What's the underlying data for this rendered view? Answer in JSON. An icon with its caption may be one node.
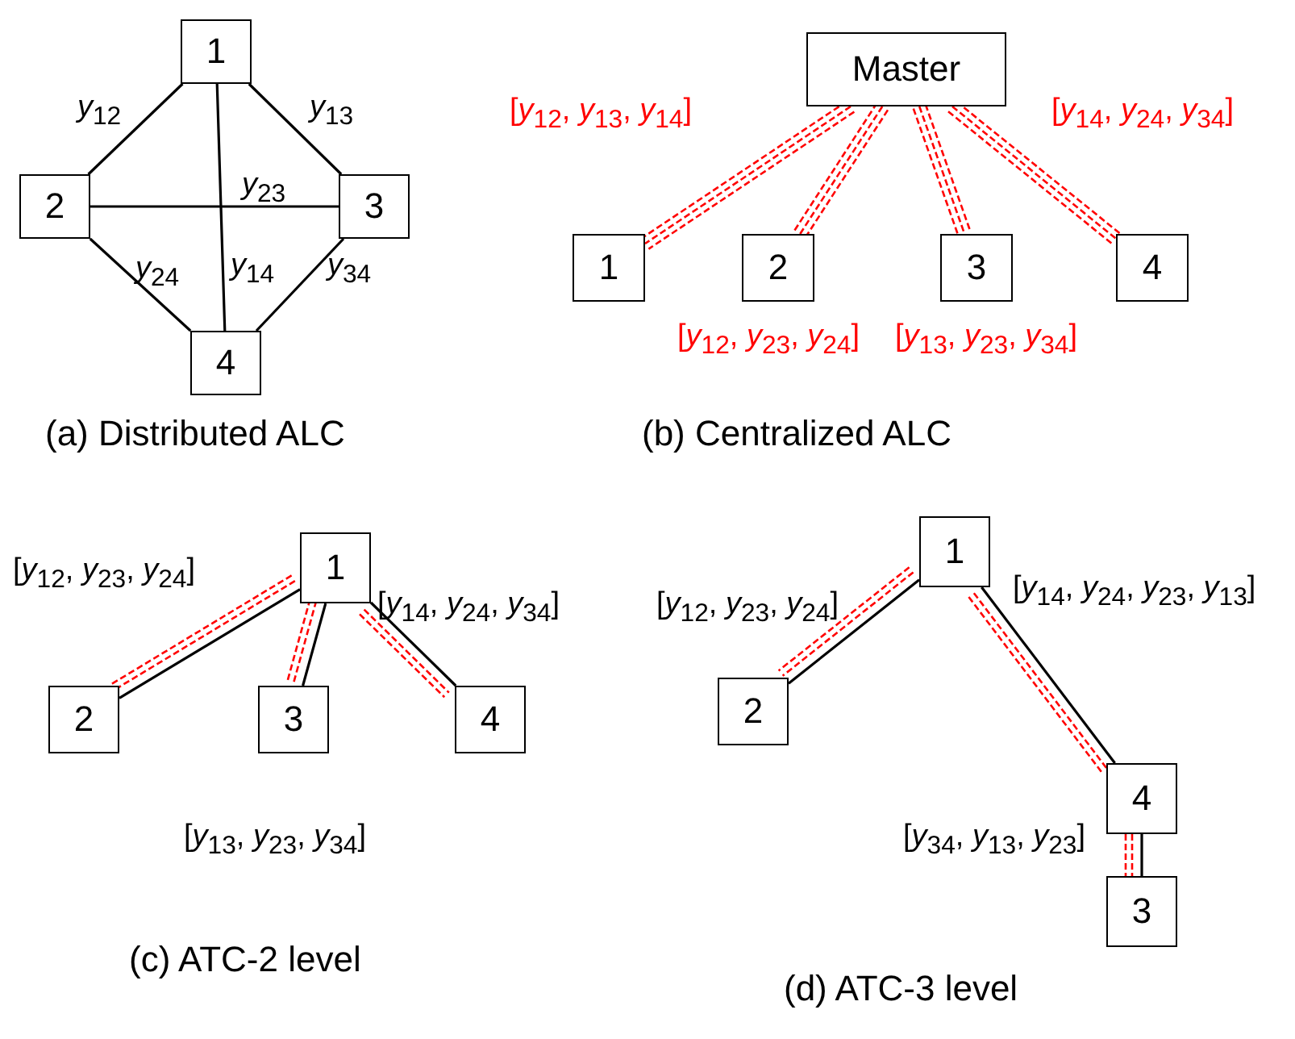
{
  "diagram": {
    "nodes": [
      {
        "text": [
          "1"
        ]
      },
      {
        "text": [
          "2"
        ]
      },
      {
        "text": [
          "3"
        ]
      },
      {
        "text": [
          "4"
        ]
      },
      {
        "text": [
          "Master"
        ]
      },
      {
        "text": [
          "1"
        ]
      },
      {
        "text": [
          "2"
        ]
      },
      {
        "text": [
          "3"
        ]
      },
      {
        "text": [
          "4"
        ]
      },
      {
        "text": [
          "1"
        ]
      },
      {
        "text": [
          "2"
        ]
      },
      {
        "text": [
          "3"
        ]
      },
      {
        "text": [
          "4"
        ]
      },
      {
        "text": [
          "1"
        ]
      },
      {
        "text": [
          "2"
        ]
      },
      {
        "text": [
          "4"
        ]
      },
      {
        "text": [
          "3"
        ]
      }
    ],
    "edges": [
      {
        "from": 0,
        "to": 1,
        "arrow": "none",
        "label": "*y*$_{12}$"
      },
      {
        "from": 0,
        "to": 2,
        "arrow": "none",
        "label": "*y*$_{13}$"
      },
      {
        "from": 1,
        "to": 2,
        "arrow": "none",
        "label": "*y*$_{23}$"
      },
      {
        "from": 0,
        "to": 3,
        "arrow": "none",
        "label": "*y*$_{14}$"
      },
      {
        "from": 1,
        "to": 3,
        "arrow": "none",
        "label": "*y*$_{24}$"
      },
      {
        "from": 2,
        "to": 3,
        "arrow": "none",
        "label": "*y*$_{34}$"
      },
      {
        "from": 4,
        "to": 5,
        "arrow": "none",
        "style": "dashed",
        "color": "#ff0000",
        "label": "[*y*$_{12}$, *y*$_{13}$, *y*$_{14}$]"
      },
      {
        "from": 4,
        "to": 6,
        "arrow": "none",
        "style": "dashed",
        "color": "#ff0000",
        "label": "[*y*$_{12}$, *y*$_{23}$, *y*$_{24}$]"
      },
      {
        "from": 4,
        "to": 7,
        "arrow": "none",
        "style": "dashed",
        "color": "#ff0000",
        "label": "[*y*$_{13}$, *y*$_{23}$, *y*$_{34}$]"
      },
      {
        "from": 4,
        "to": 8,
        "arrow": "none",
        "style": "dashed",
        "color": "#ff0000",
        "label": "[*y*$_{14}$, *y*$_{24}$, *y*$_{34}$]"
      },
      {
        "from": 9,
        "to": 10,
        "arrow": "none",
        "label": "[*y*$_{12}$, *y*$_{23}$, *y*$_{24}$]"
      },
      {
        "from": 9,
        "to": 10,
        "arrow": "none",
        "style": "dashed",
        "color": "#ff0000"
      },
      {
        "from": 9,
        "to": 11,
        "arrow": "none",
        "label": "[*y*$_{13}$, *y*$_{23}$, *y*$_{34}$]"
      },
      {
        "from": 9,
        "to": 11,
        "arrow": "none",
        "style": "dashed",
        "color": "#ff0000"
      },
      {
        "from": 9,
        "to": 12,
        "arrow": "none",
        "label": "[*y*$_{14}$, *y*$_{24}$, *y*$_{34}$]"
      },
      {
        "from": 9,
        "to": 12,
        "arrow": "none",
        "style": "dashed",
        "color": "#ff0000"
      },
      {
        "from": 13,
        "to": 14,
        "arrow": "none",
        "label": "[*y*$_{12}$, *y*$_{23}$, *y*$_{24}$]"
      },
      {
        "from": 13,
        "to": 14,
        "arrow": "none",
        "style": "dashed",
        "color": "#ff0000"
      },
      {
        "from": 13,
        "to": 15,
        "arrow": "none",
        "label": "[*y*$_{14}$, *y*$_{24}$, *y*$_{23}$, *y*$_{13}$]"
      },
      {
        "from": 13,
        "to": 15,
        "arrow": "none",
        "style": "dashed",
        "color": "#ff0000"
      },
      {
        "from": 15,
        "to": 16,
        "arrow": "none",
        "label": "[*y*$_{34}$, *y*$_{13}$, *y*$_{23}$]"
      },
      {
        "from": 15,
        "to": 16,
        "arrow": "none",
        "style": "dashed",
        "color": "#ff0000"
      }
    ],
    "labels": [
      "(a) Distributed ALC",
      "(b) Centralized ALC",
      "(c) ATC-2 level",
      "(d) ATC-3 level"
    ]
  }
}
